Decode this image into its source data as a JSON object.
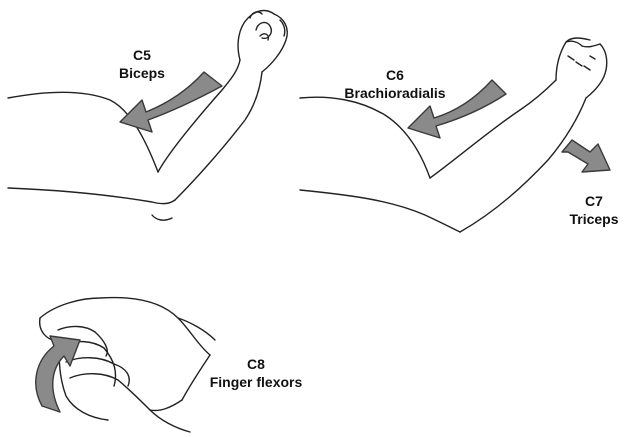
{
  "panels": {
    "c5": {
      "level": "C5",
      "muscle": "Biceps"
    },
    "c6": {
      "level": "C6",
      "muscle": "Brachioradialis"
    },
    "c7": {
      "level": "C7",
      "muscle": "Triceps"
    },
    "c8": {
      "level": "C8",
      "muscle": "Finger flexors"
    }
  },
  "colors": {
    "arrow_fill": "#8a8a8a",
    "arrow_stroke": "#3a3a3a",
    "line": "#222222"
  }
}
